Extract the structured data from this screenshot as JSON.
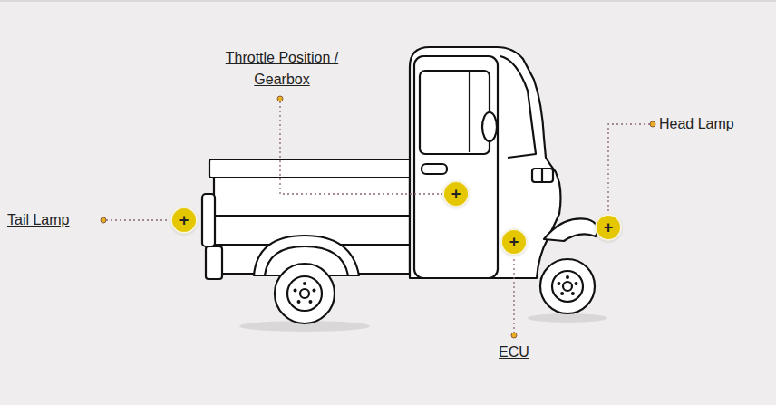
{
  "diagram": {
    "nodes": [
      {
        "text": [
          "+"
        ]
      },
      {
        "text": [
          "+"
        ]
      },
      {
        "text": [
          "+"
        ]
      },
      {
        "text": [
          "+"
        ]
      }
    ],
    "labels": [
      "Throttle Position / Gearbox",
      "Tail Lamp",
      "Head Lamp",
      "ECU"
    ]
  }
}
